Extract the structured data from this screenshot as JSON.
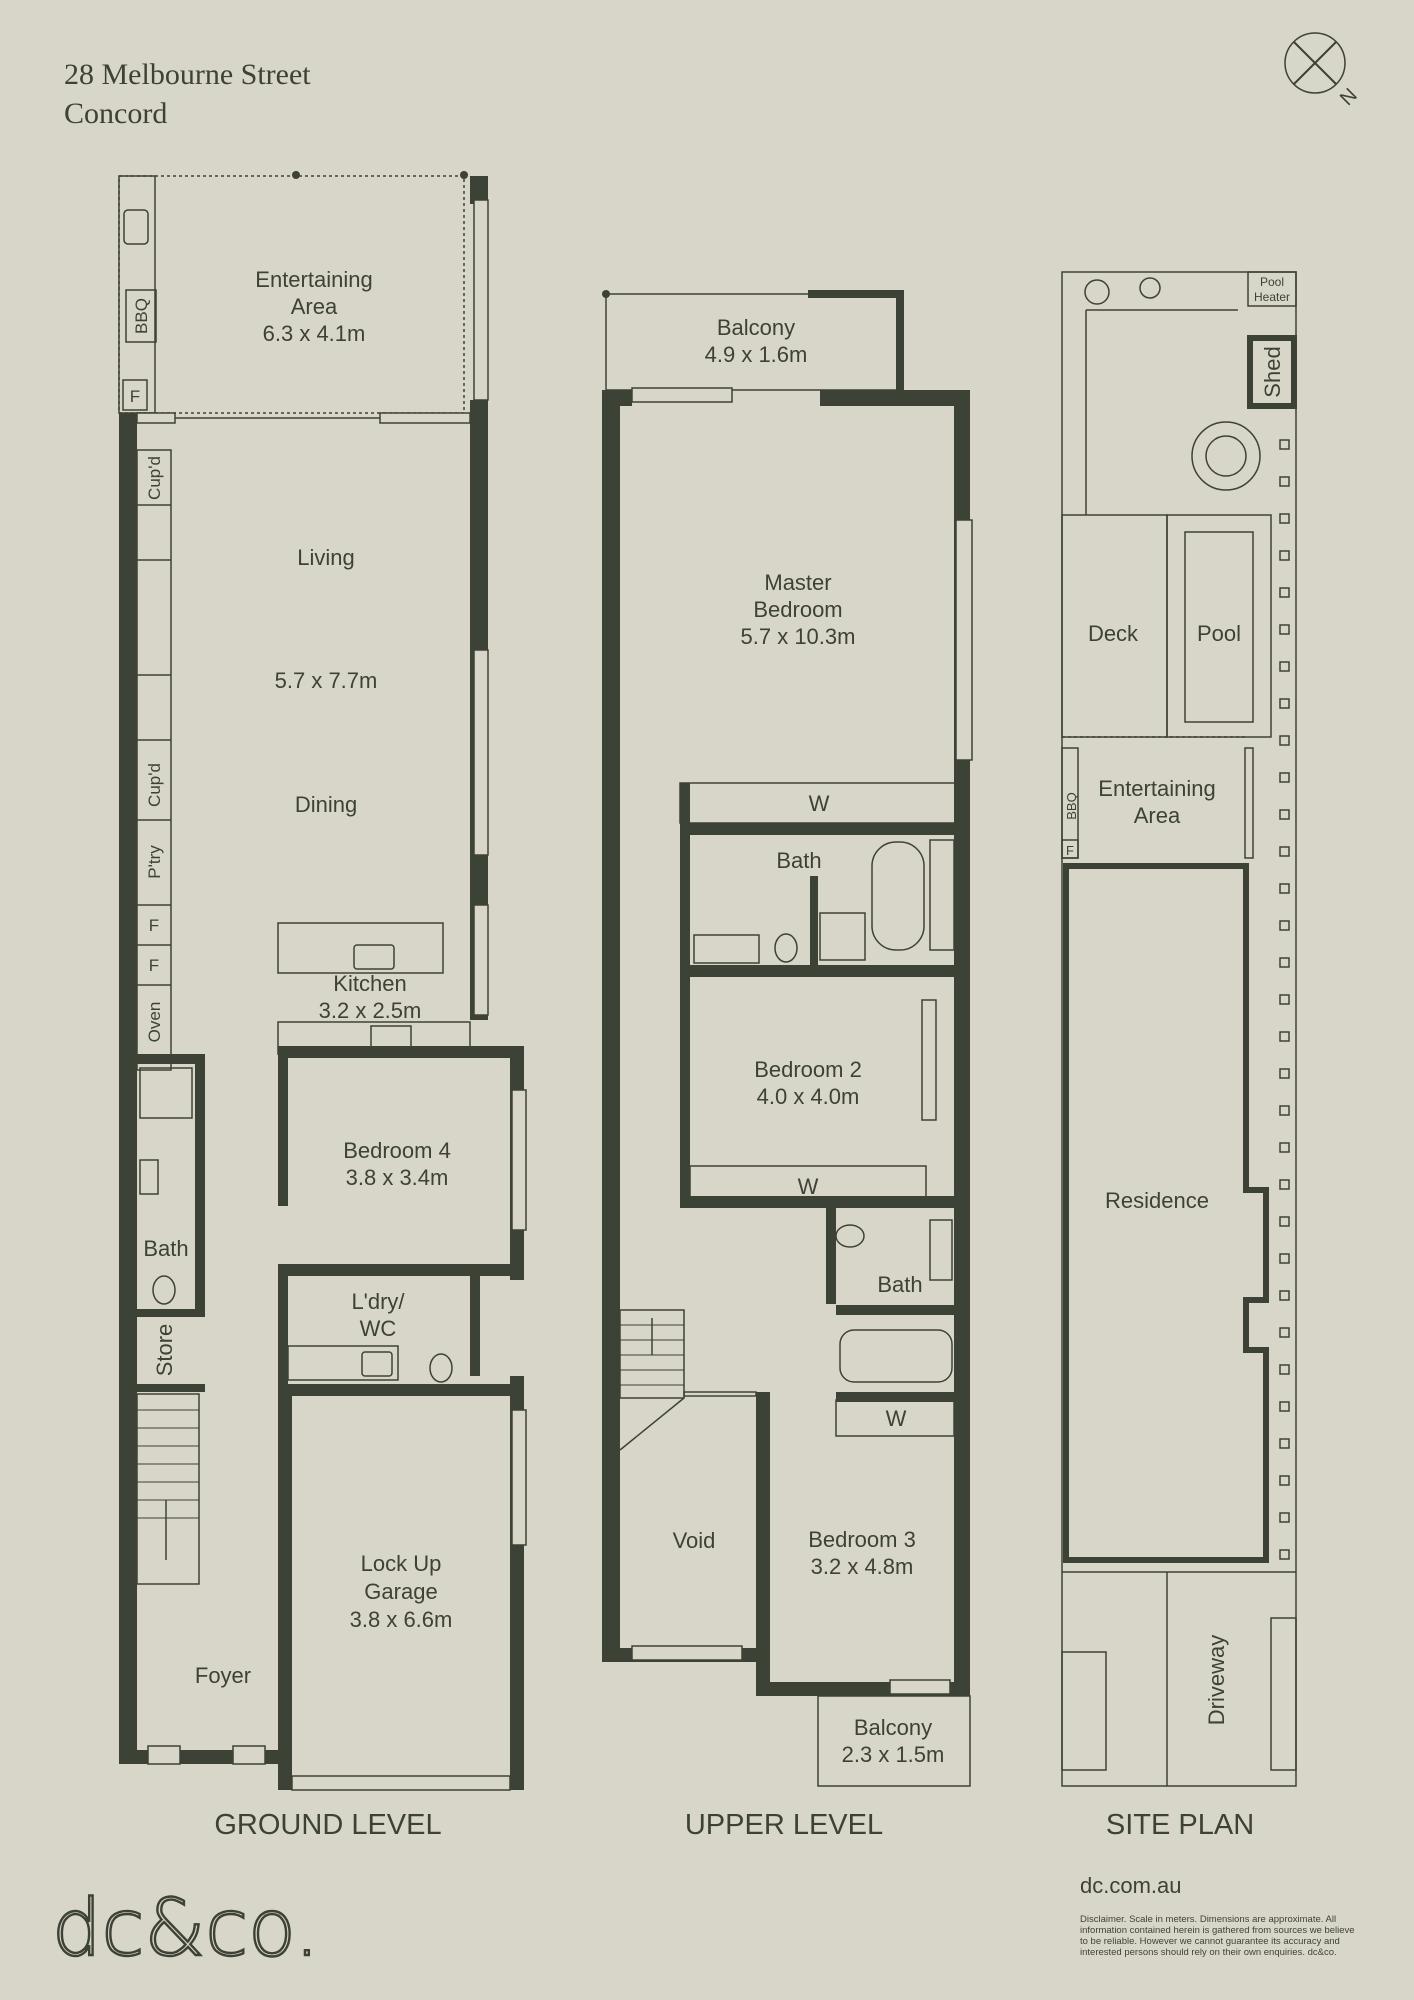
{
  "address": {
    "line1": "28 Melbourne Street",
    "line2": "Concord"
  },
  "compass": {
    "label": "N"
  },
  "ground": {
    "title": "GROUND LEVEL",
    "entertaining": {
      "name1": "Entertaining",
      "name2": "Area",
      "dim": "6.3 x 4.1m"
    },
    "bbq": "BBQ",
    "f1": "F",
    "f2": "F",
    "f3": "F",
    "cupd1": "Cup'd",
    "cupd2": "Cup'd",
    "pantry": "P'try",
    "oven": "Oven",
    "living": "Living",
    "living_dim": "5.7 x 7.7m",
    "dining": "Dining",
    "kitchen": "Kitchen",
    "kitchen_dim": "3.2 x 2.5m",
    "bed4": "Bedroom 4",
    "bed4_dim": "3.8 x 3.4m",
    "bath": "Bath",
    "store": "Store",
    "laundry1": "L'dry/",
    "laundry2": "WC",
    "garage1": "Lock Up",
    "garage2": "Garage",
    "garage_dim": "3.8 x 6.6m",
    "foyer": "Foyer"
  },
  "upper": {
    "title": "UPPER LEVEL",
    "balcony_top": "Balcony",
    "balcony_top_dim": "4.9 x 1.6m",
    "master1": "Master",
    "master2": "Bedroom",
    "master_dim": "5.7 x 10.3m",
    "w1": "W",
    "w2": "W",
    "w3": "W",
    "bath1": "Bath",
    "bath2": "Bath",
    "bed2": "Bedroom 2",
    "bed2_dim": "4.0 x 4.0m",
    "void": "Void",
    "bed3": "Bedroom 3",
    "bed3_dim": "3.2 x 4.8m",
    "balcony_bot": "Balcony",
    "balcony_bot_dim": "2.3 x 1.5m"
  },
  "site": {
    "title": "SITE PLAN",
    "pool_heater1": "Pool",
    "pool_heater2": "Heater",
    "shed": "Shed",
    "deck": "Deck",
    "pool": "Pool",
    "ent1": "Entertaining",
    "ent2": "Area",
    "bbq": "BBQ",
    "f": "F",
    "residence": "Residence",
    "driveway": "Driveway"
  },
  "footer": {
    "logo": "dc&co.",
    "website": "dc.com.au",
    "disclaimer": [
      "Disclaimer. Scale in meters. Dimensions are approximate. All",
      "information contained herein is gathered from sources we believe",
      "to be reliable. However we cannot guarantee its accuracy and",
      "interested persons should rely on their own enquiries. dc&co."
    ]
  },
  "colors": {
    "background": "#d8d6c8",
    "ink": "#3d4236"
  }
}
